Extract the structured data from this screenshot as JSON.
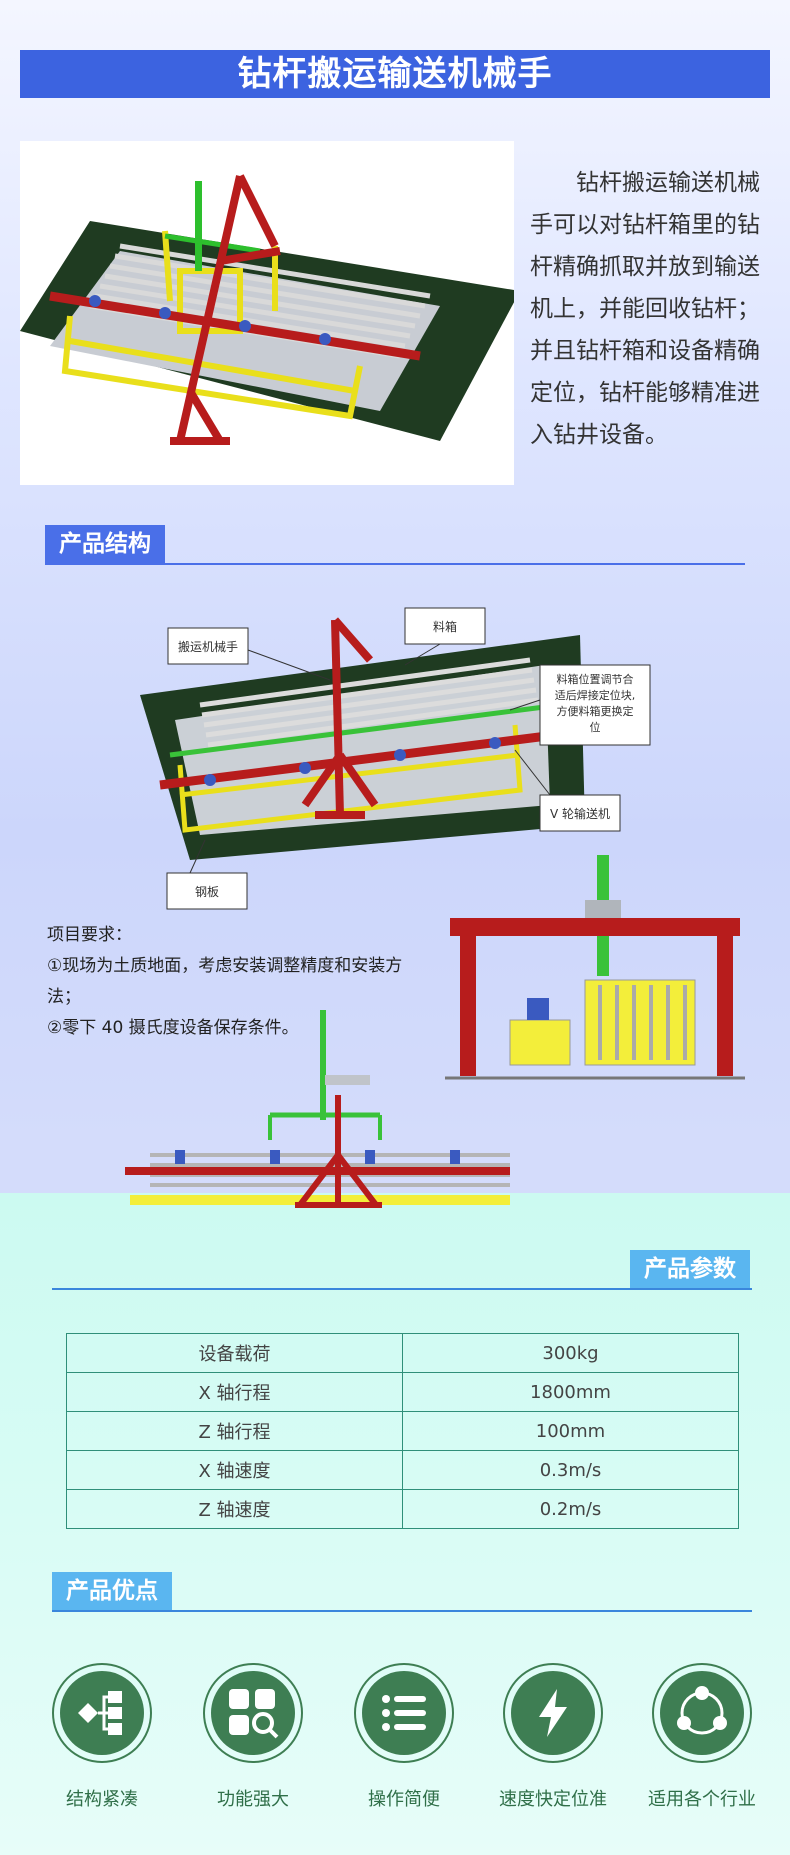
{
  "title": "钻杆搬运输送机械手",
  "intro": "钻杆搬运输送机械手可以对钻杆箱里的钻杆精确抓取并放到输送机上，并能回收钻杆；并且钻杆箱和设备精确定位，钻杆能够精准进入钻井设备。",
  "structure": {
    "heading": "产品结构",
    "callouts": {
      "robot": "搬运机械手",
      "box": "料箱",
      "adjust_1": "料箱位置调节合",
      "adjust_2": "适后焊接定位块,",
      "adjust_3": "方便料箱更换定",
      "adjust_4": "位",
      "conveyor": "V 轮输送机",
      "plate": "钢板"
    },
    "requirements": {
      "heading": "项目要求：",
      "item1": "①现场为土质地面，考虑安装调整精度和安装方法；",
      "item2": "②零下 40 摄氏度设备保存条件。"
    }
  },
  "params": {
    "heading": "产品参数",
    "rows": [
      {
        "name": "设备载荷",
        "value": "300kg"
      },
      {
        "name": "X 轴行程",
        "value": "1800mm"
      },
      {
        "name": "Z 轴行程",
        "value": "100mm"
      },
      {
        "name": "X 轴速度",
        "value": "0.3m/s"
      },
      {
        "name": "Z 轴速度",
        "value": "0.2m/s"
      }
    ]
  },
  "advantages": {
    "heading": "产品优点",
    "items": [
      {
        "label": "结构紧凑",
        "icon": "structure-icon"
      },
      {
        "label": "功能强大",
        "icon": "apps-search-icon"
      },
      {
        "label": "操作简便",
        "icon": "list-icon"
      },
      {
        "label": "速度快定位准",
        "icon": "lightning-icon"
      },
      {
        "label": "适用各个行业",
        "icon": "cycle-icon"
      }
    ]
  },
  "colors": {
    "title_bar": "#3c63e0",
    "section_tag": "#4a6fe8",
    "section_tag_cyan": "#5ab6f0",
    "table_border": "#2f8f79",
    "icon_green": "#3e7e53"
  }
}
